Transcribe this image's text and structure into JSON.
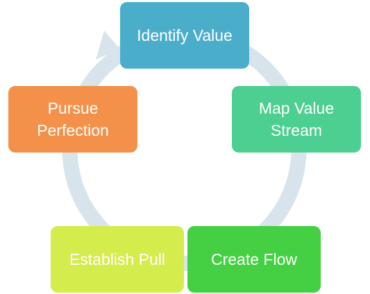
{
  "diagram": {
    "type": "cycle",
    "cycle_color": "#d8e4ec",
    "steps": [
      {
        "label": "Identify Value",
        "color": "#4aaecb"
      },
      {
        "label": "Map Value Stream",
        "color": "#4ccf91"
      },
      {
        "label": "Create Flow",
        "color": "#44d042"
      },
      {
        "label": "Establish Pull",
        "color": "#d4ec4c"
      },
      {
        "label": "Pursue Perfection",
        "color": "#f3914a"
      }
    ]
  }
}
